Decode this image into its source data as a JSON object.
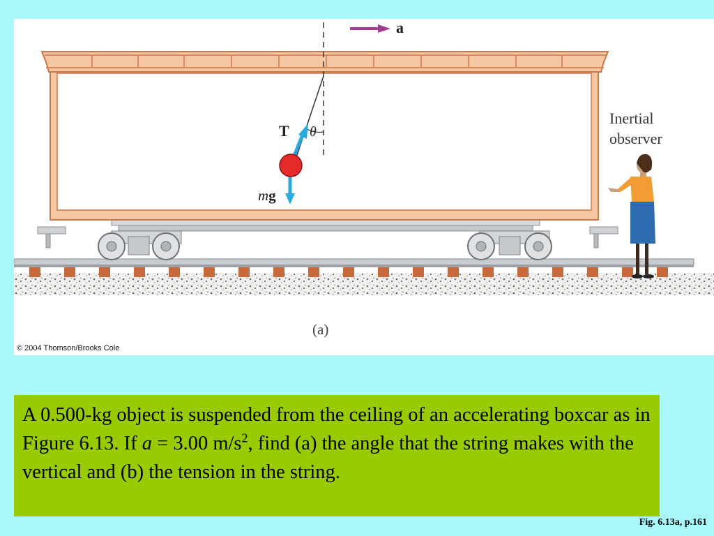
{
  "figure": {
    "accel_label": "a",
    "tension_label": "T",
    "angle_label": "θ",
    "weight_label_m": "m",
    "weight_label_g": "g",
    "observer_line1": "Inertial",
    "observer_line2": "observer",
    "panel_label": "(a)",
    "copyright": "© 2004 Thomson/Brooks Cole",
    "colors": {
      "boxcar": "#f4c7a2",
      "boxcar_outline": "#c8784a",
      "force_arrow": "#29a9e1",
      "accel_arrow": "#a03d8f",
      "bob": "#e52a2a",
      "rail_tie": "#c8693c"
    }
  },
  "problem": {
    "part1": "A 0.500-kg object is suspended from the ceiling of an accelerating boxcar as in Figure 6.13. If ",
    "var": "a",
    "part2": " = 3.00 m/s",
    "sup": "2",
    "part3": ", find (a) the angle that the string makes with the vertical and (b) the tension in the string."
  },
  "caption": "Fig. 6.13a, p.161"
}
